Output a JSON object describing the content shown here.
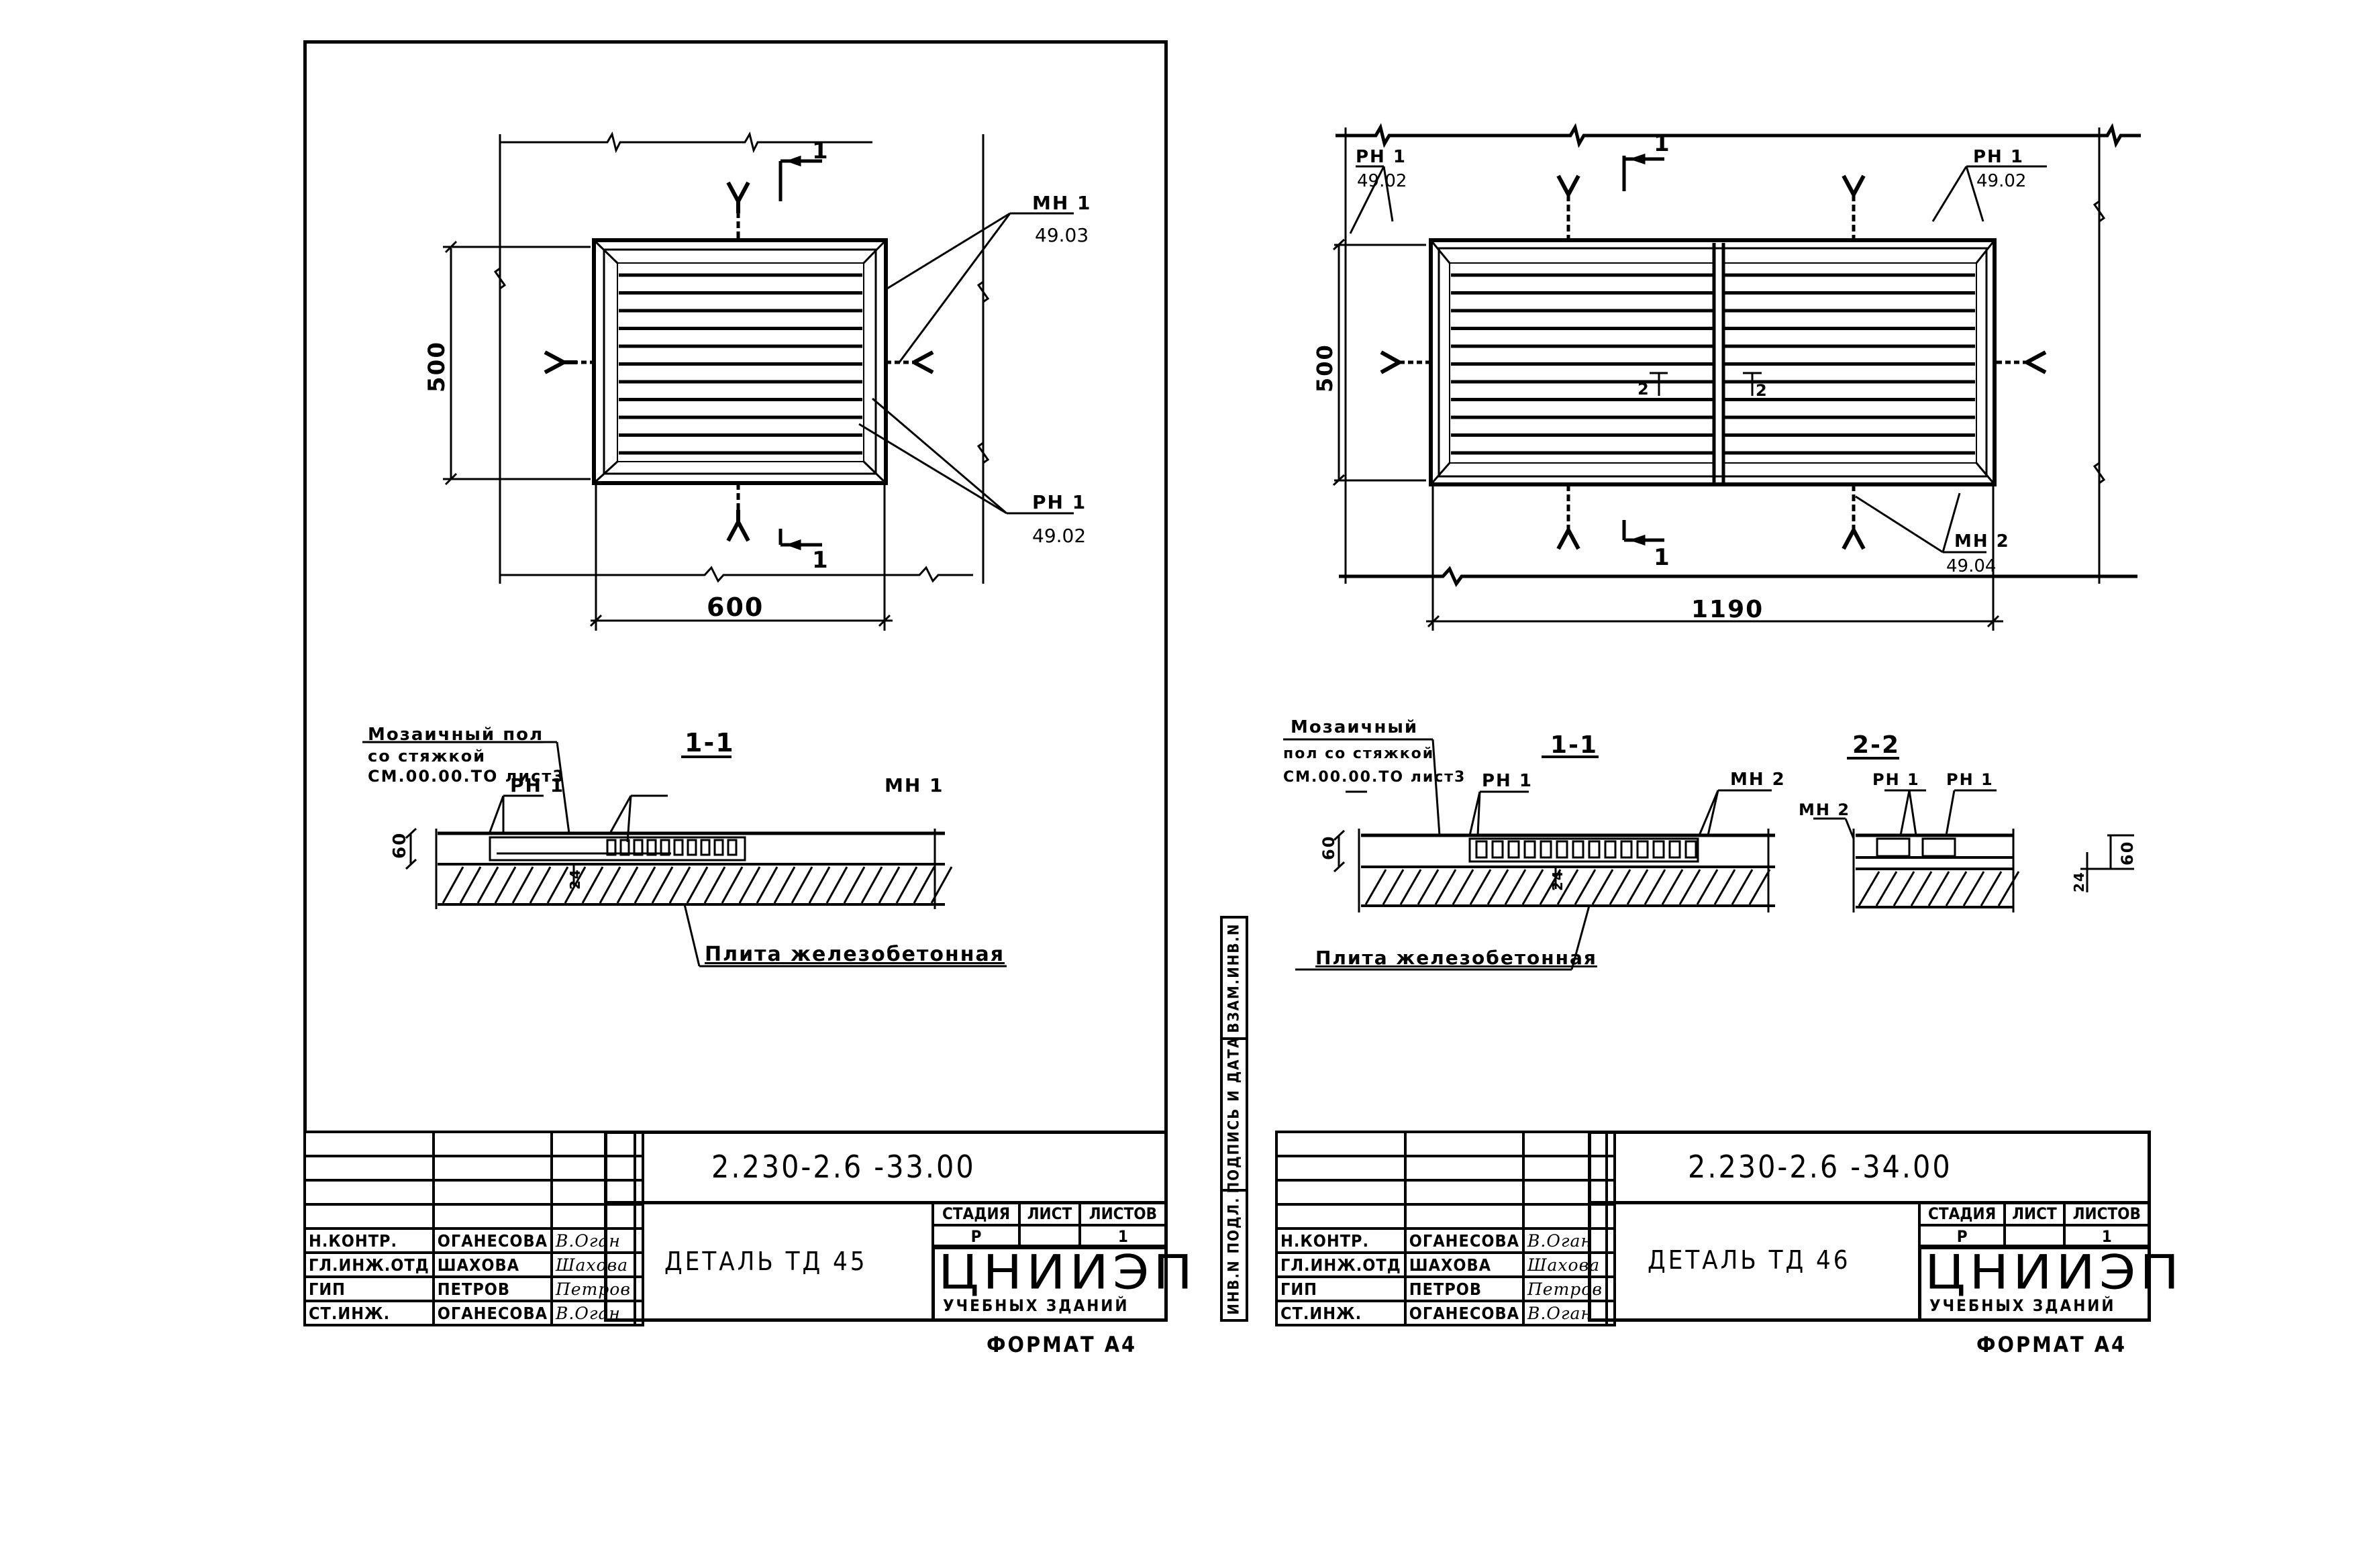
{
  "sheets": [
    {
      "id": "sheet-1",
      "plan": {
        "dim_width": "600",
        "dim_height": "500",
        "section_mark": "1",
        "callout_top": {
          "label": "МН 1",
          "ref": "49.03"
        },
        "callout_bottom": {
          "label": "РН 1",
          "ref": "49.02"
        }
      },
      "section": {
        "title": "1-1",
        "floor_note": [
          "Мозаичный пол",
          "со стяжкой",
          "СМ.00.00.ТО лист3"
        ],
        "label_left": "РН 1",
        "label_right": "МН 1",
        "dim_thickness": "60",
        "dim_inner": "24",
        "slab_label": "Плита железобетонная"
      },
      "title_block": {
        "doc_code": "2.230-2.6 -33.00",
        "drawing_title": "ДЕТАЛЬ ТД 45",
        "stage_header": "СТАДИЯ",
        "sheet_header": "ЛИСТ",
        "sheets_header": "ЛИСТОВ",
        "stage_value": "Р",
        "sheet_value": "",
        "sheets_value": "1",
        "org_name": "ЦНИИЭП",
        "org_sub": "УЧЕБНЫХ ЗДАНИЙ",
        "signatures": [
          {
            "role": "Н.КОНТР.",
            "name": "ОГАНЕСОВА",
            "sign": "В.Оган"
          },
          {
            "role": "ГЛ.ИНЖ.ОТД",
            "name": "ШАХОВА",
            "sign": "Шахова"
          },
          {
            "role": "ГИП",
            "name": "ПЕТРОВ",
            "sign": "Петров"
          },
          {
            "role": "СТ.ИНЖ.",
            "name": "ОГАНЕСОВА",
            "sign": "В.Оган"
          }
        ]
      },
      "format_label": "ФОРМАТ А4"
    },
    {
      "id": "sheet-2",
      "plan": {
        "dim_width": "1190",
        "dim_height": "500",
        "section_mark": "1",
        "section_mark_2": "2",
        "callout_left": {
          "label": "РН 1",
          "ref": "49.02"
        },
        "callout_right": {
          "label": "РН 1",
          "ref": "49.02"
        },
        "callout_bottom": {
          "label": "МН 2",
          "ref": "49.04"
        }
      },
      "section": {
        "title": "1-1",
        "title_2": "2-2",
        "floor_note": [
          "Мозаичный",
          "пол со стяжкой",
          "СМ.00.00.ТО лист3"
        ],
        "label_left": "РН 1",
        "label_right": "МН 2",
        "label_22_left": "МН 2",
        "label_22_mid": "РН 1",
        "label_22_right": "РН 1",
        "dim_thickness": "60",
        "dim_inner": "24",
        "slab_label": "Плита железобетонная"
      },
      "title_block": {
        "doc_code": "2.230-2.6 -34.00",
        "drawing_title": "ДЕТАЛЬ ТД 46",
        "stage_header": "СТАДИЯ",
        "sheet_header": "ЛИСТ",
        "sheets_header": "ЛИСТОВ",
        "stage_value": "Р",
        "sheet_value": "",
        "sheets_value": "1",
        "org_name": "ЦНИИЭП",
        "org_sub": "УЧЕБНЫХ ЗДАНИЙ",
        "signatures": [
          {
            "role": "Н.КОНТР.",
            "name": "ОГАНЕСОВА",
            "sign": "В.Оган"
          },
          {
            "role": "ГЛ.ИНЖ.ОТД",
            "name": "ШАХОВА",
            "sign": "Шахова"
          },
          {
            "role": "ГИП",
            "name": "ПЕТРОВ",
            "sign": "Петров"
          },
          {
            "role": "СТ.ИНЖ.",
            "name": "ОГАНЕСОВА",
            "sign": "В.Оган"
          }
        ]
      },
      "side_stamp": [
        "ВЗАМ.ИНВ.N",
        "ПОДПИСЬ И ДАТА",
        "ИНВ.N ПОДЛ."
      ],
      "format_label": "ФОРМАТ А4"
    }
  ]
}
